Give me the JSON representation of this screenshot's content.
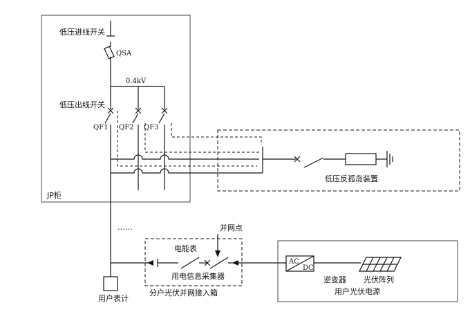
{
  "labels": {
    "incoming_switch": "低压进线开关",
    "qsa": "QSA",
    "voltage": "0.4kV",
    "outgoing_switch": "低压出线开关",
    "qf1": "QF1",
    "qf2": "QF2",
    "qf3": "QF3",
    "jp_cabinet": "JP柜",
    "anti_islanding": "低压反孤岛装置",
    "grid_point": "并网点",
    "energy_meter": "电能表",
    "info_collector": "用电信息采集器",
    "pv_box": "分户光伏并网接入箱",
    "user_meter": "用户表计",
    "ac": "AC",
    "dc": "DC",
    "inverter": "逆变器",
    "pv_array": "光伏阵列",
    "pv_source": "用户光伏电源",
    "ellipsis": "……"
  }
}
